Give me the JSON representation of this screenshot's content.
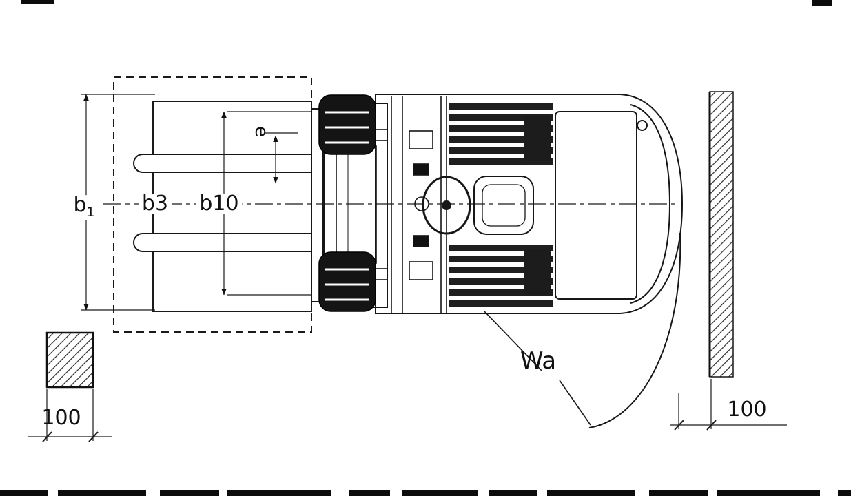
{
  "diagram": {
    "colors": {
      "line": "#1a1a1a",
      "background": "#ffffff",
      "fill_dark": "#161616"
    },
    "labels": {
      "b1": {
        "base": "b",
        "sub": "1"
      },
      "b3": "b3",
      "b10": "b10",
      "e": "e",
      "wa": "Wa",
      "clearance_left": "100",
      "clearance_right": "100"
    }
  }
}
